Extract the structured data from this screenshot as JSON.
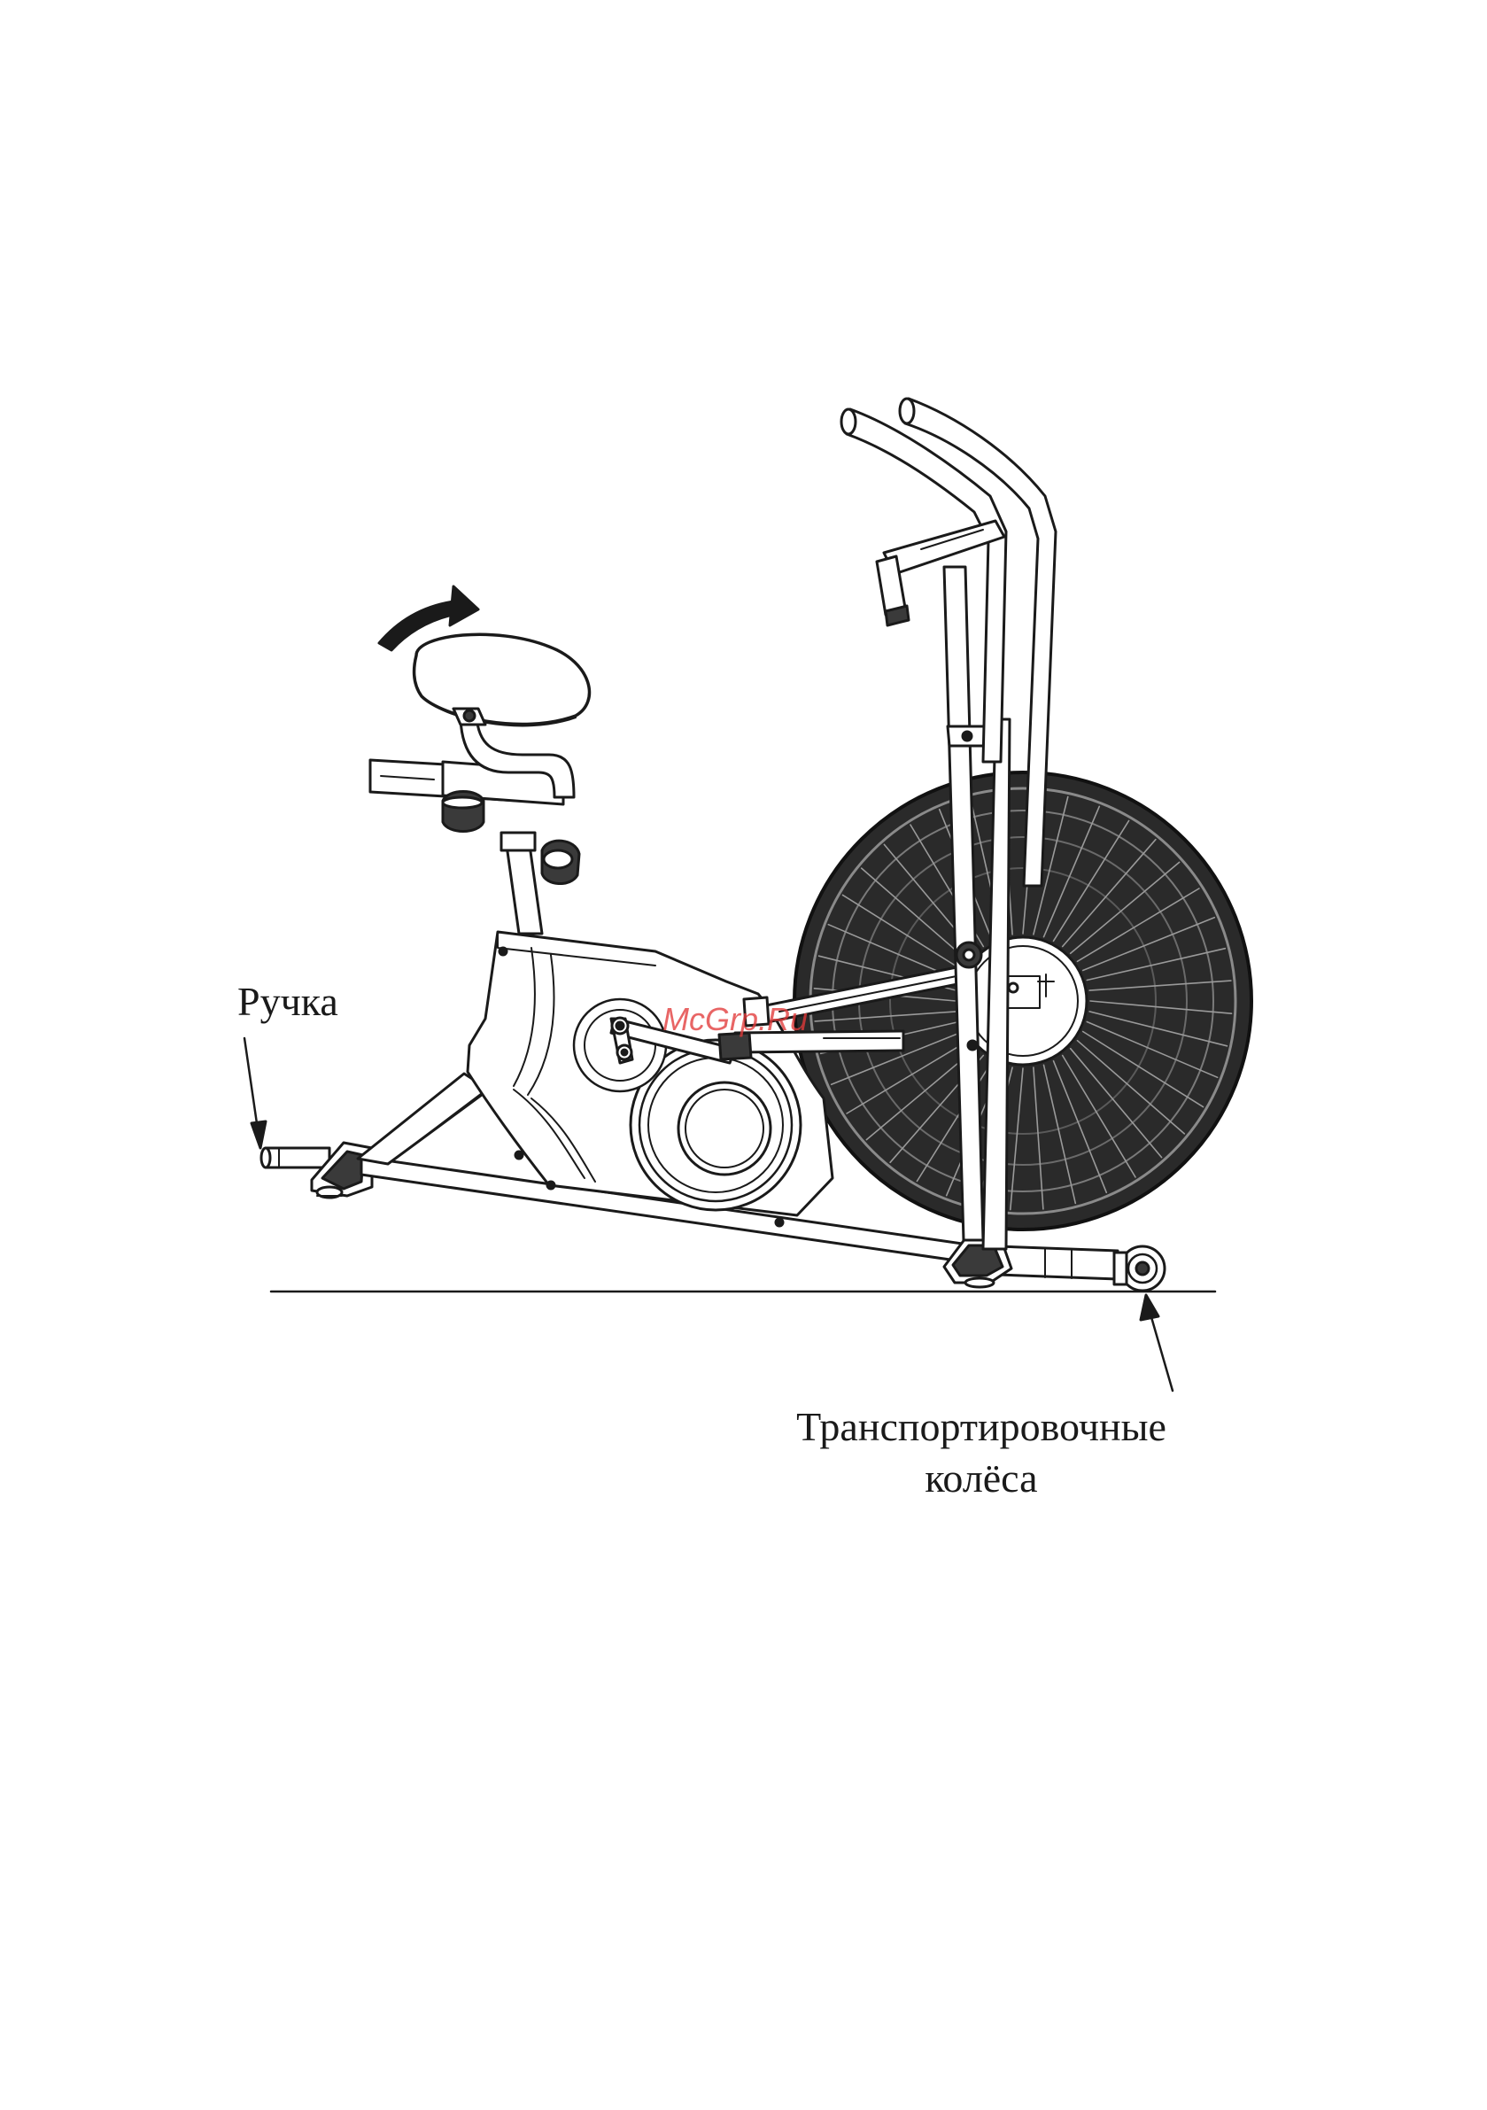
{
  "figure": {
    "subject": "exercise-bike-side-view",
    "line_color": "#1a1a1a",
    "fill_color": "#ffffff",
    "fan_color": "#2a2a2a"
  },
  "labels": {
    "handle": "Ручка",
    "wheels_line1": "Транспортировочные",
    "wheels_line2": "колёса"
  },
  "watermark": {
    "text": "McGrp.Ru",
    "color": "#e23a3a"
  }
}
